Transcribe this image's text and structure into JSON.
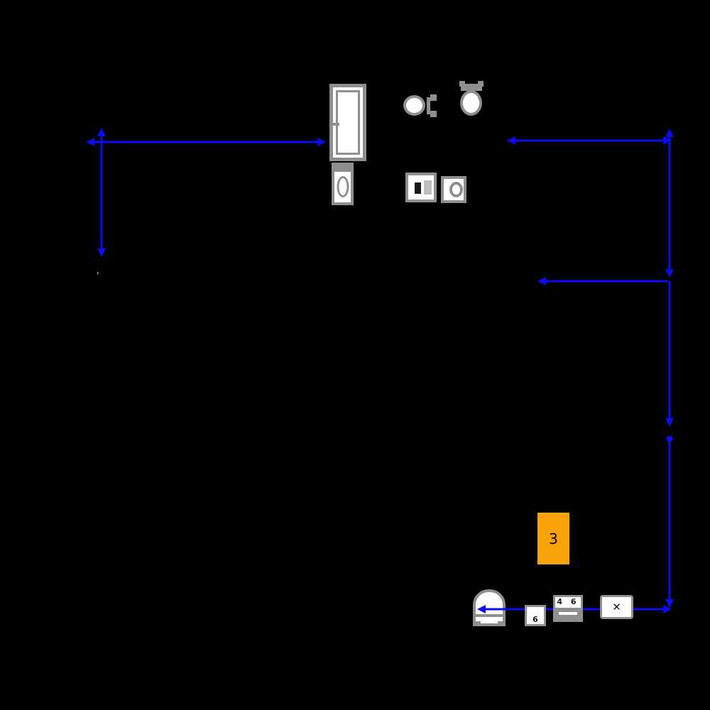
{
  "colors": {
    "canvas_black": "#000000",
    "dimension_blue": "#0d0df2",
    "fixture_gray": "#8f8f8f",
    "fixture_fill": "#ffffff",
    "accent_orange": "#f9a208",
    "dark_mark": "#1a1a1a"
  },
  "room_label": {
    "text": "3"
  },
  "appliances": {
    "cooktop_label": "4 6",
    "small_unit_label": "6",
    "x_mark": "✕"
  },
  "stray_tick": "'"
}
